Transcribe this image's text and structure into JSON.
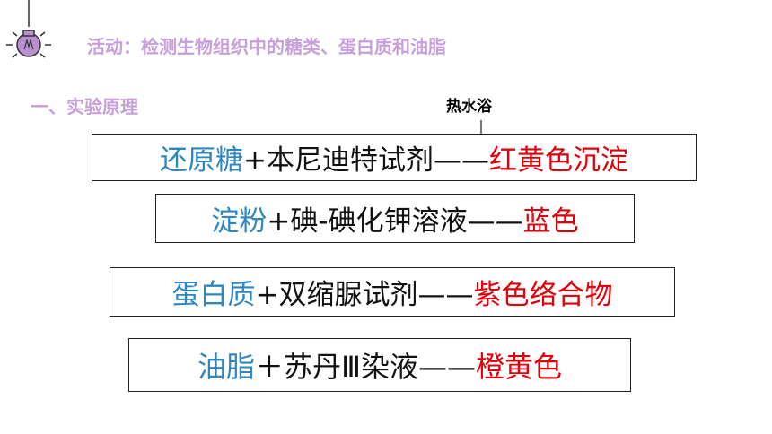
{
  "header": {
    "icon": "lightbulb-icon",
    "activity_title": "活动：检测生物组织中的糖类、蛋白质和油脂"
  },
  "section": {
    "heading": "一、实验原理"
  },
  "annotation": {
    "hot_water_bath": "热水浴"
  },
  "reactions": [
    {
      "substance": "还原糖",
      "middle": "+本尼迪特试剂——",
      "result": "红黄色沉淀"
    },
    {
      "substance": "淀粉",
      "middle": "+碘-碘化钾溶液——",
      "result": "蓝色"
    },
    {
      "substance": "蛋白质",
      "middle": "+双缩脲试剂——",
      "result": "紫色络合物"
    },
    {
      "substance": "油脂",
      "middle": "＋苏丹Ⅲ染液——",
      "result": "橙黄色"
    }
  ],
  "colors": {
    "heading": "#c79fd9",
    "substance": "#2e86c1",
    "result": "#e0000a"
  }
}
